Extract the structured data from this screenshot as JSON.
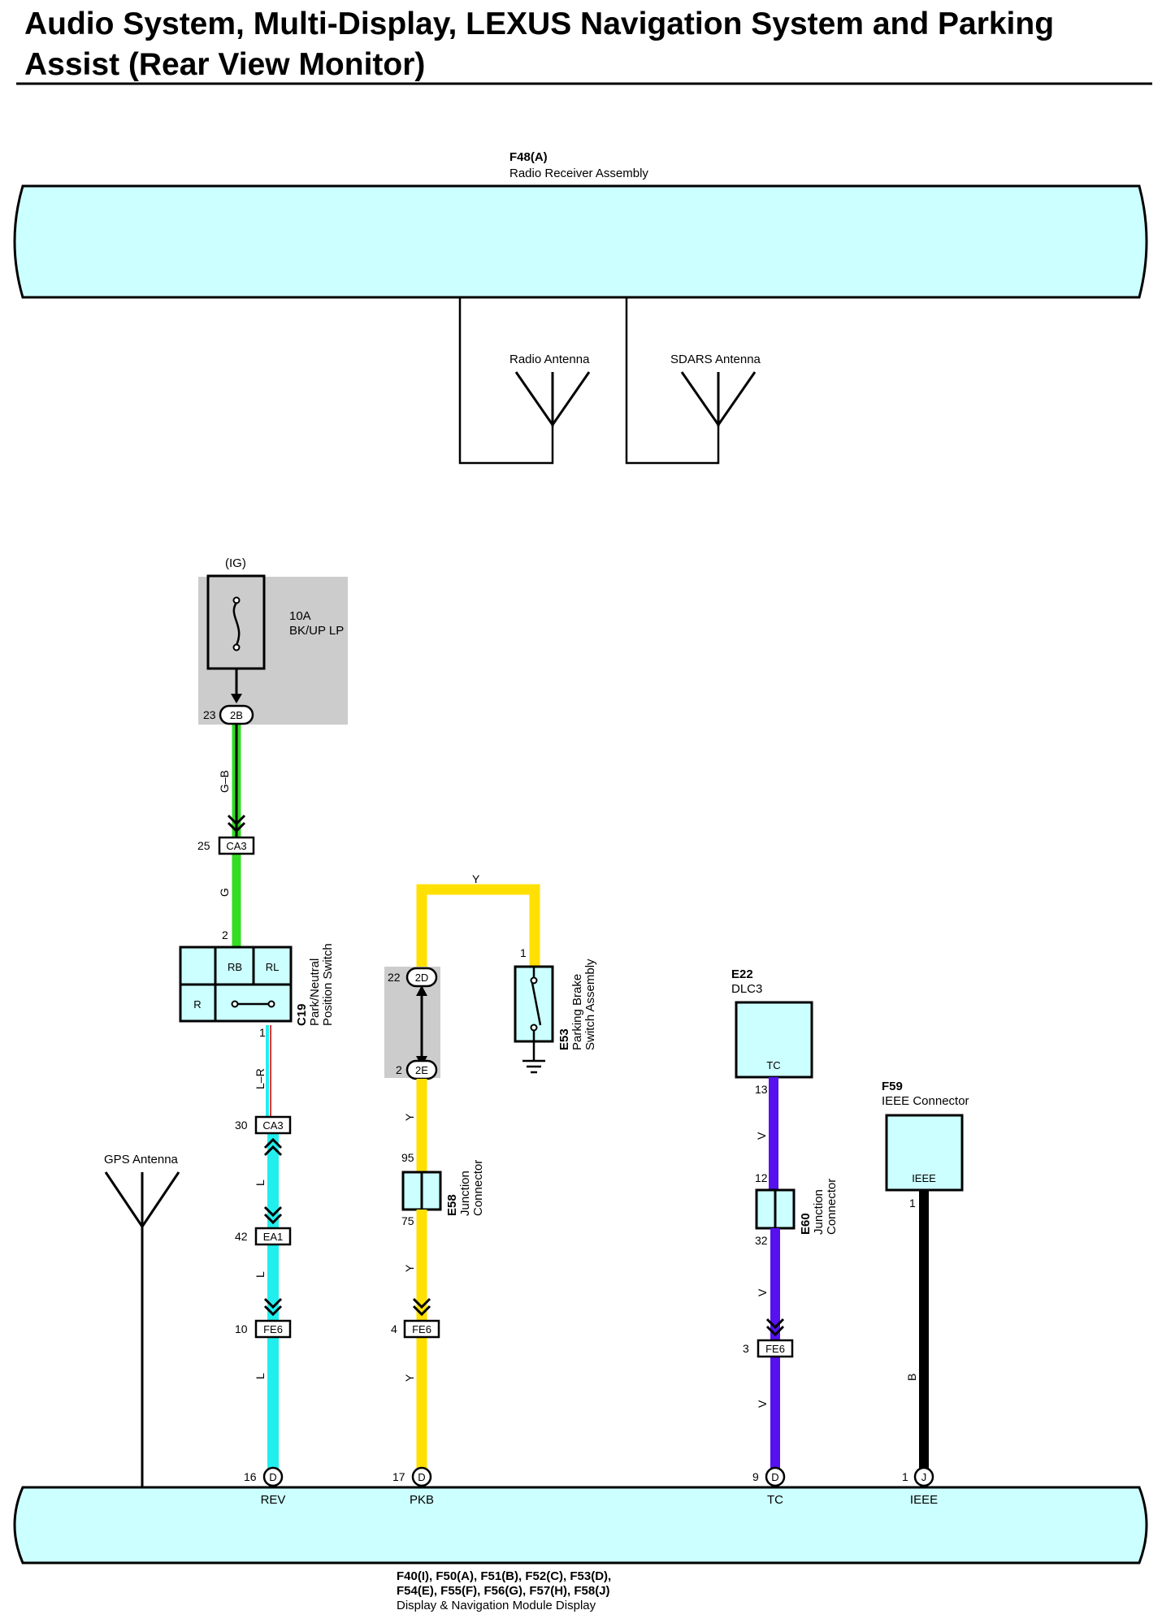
{
  "title": {
    "line1": "Audio System, Multi-Display, LEXUS Navigation System and Parking",
    "line2": "Assist (Rear View Monitor)"
  },
  "radio_receiver": {
    "code": "F48(A)",
    "name": "Radio Receiver Assembly"
  },
  "antennas": {
    "radio": "Radio Antenna",
    "sdars": "SDARS Antenna",
    "gps": "GPS Antenna"
  },
  "fuse": {
    "source": "(IG)",
    "rating": "10A",
    "name": "BK/UP LP",
    "pin": "23",
    "connector": "2B"
  },
  "wire_colors": {
    "green": "#33dd22",
    "cyan": "#22eeee",
    "yellow": "#ffe000",
    "violet": "#5511ee",
    "black": "#000000",
    "component_fill": "#ccffff",
    "shaded_box": "#cccccc",
    "red_stripe": "#ee3333"
  },
  "rev_circuit": {
    "wire_gb": "G–B",
    "ca3_top": {
      "pin": "25",
      "connector": "CA3"
    },
    "wire_g": "G",
    "switch": {
      "code": "C19",
      "name_line1": "Park/Neutral",
      "name_line2": "Position Switch",
      "pin_in": "2",
      "pin_out": "1",
      "cells": [
        "RB",
        "RL",
        "R"
      ]
    },
    "wire_lr": "L–R",
    "ca3_bottom": {
      "pin": "30",
      "connector": "CA3"
    },
    "wire_l1": "L",
    "ea1": {
      "pin": "42",
      "connector": "EA1"
    },
    "wire_l2": "L",
    "fe6": {
      "pin": "10",
      "connector": "FE6"
    },
    "wire_l3": "L",
    "terminal": {
      "pin": "16",
      "connector": "D",
      "signal": "REV"
    }
  },
  "pkb_circuit": {
    "wire_top": "Y",
    "j2d": {
      "pin": "22",
      "connector": "2D"
    },
    "j2e": {
      "pin": "2",
      "connector": "2E"
    },
    "brake_switch": {
      "code": "E53",
      "name_line1": "Parking Brake",
      "name_line2": "Switch Assembly",
      "pin": "1"
    },
    "wire_y1": "Y",
    "junction": {
      "code": "E58",
      "name_line1": "Junction",
      "name_line2": "Connector",
      "pin_in": "95",
      "pin_out": "75"
    },
    "wire_y2": "Y",
    "fe6": {
      "pin": "4",
      "connector": "FE6"
    },
    "wire_y3": "Y",
    "terminal": {
      "pin": "17",
      "connector": "D",
      "signal": "PKB"
    }
  },
  "tc_circuit": {
    "dlc": {
      "code": "E22",
      "name": "DLC3",
      "terminal": "TC",
      "pin": "13"
    },
    "wire_v1": "V",
    "junction": {
      "code": "E60",
      "name_line1": "Junction",
      "name_line2": "Connector",
      "pin_in": "12",
      "pin_out": "32"
    },
    "wire_v2": "V",
    "fe6": {
      "pin": "3",
      "connector": "FE6"
    },
    "wire_v3": "V",
    "terminal": {
      "pin": "9",
      "connector": "D",
      "signal": "TC"
    }
  },
  "ieee_circuit": {
    "connector": {
      "code": "F59",
      "name": "IEEE Connector",
      "terminal": "IEEE",
      "pin": "1"
    },
    "wire_b": "B",
    "terminal": {
      "pin": "1",
      "connector": "J",
      "signal": "IEEE"
    }
  },
  "display_module": {
    "codes_line1": "F40(I), F50(A), F51(B), F52(C), F53(D),",
    "codes_line2": "F54(E), F55(F), F56(G), F57(H), F58(J)",
    "name": "Display & Navigation Module Display"
  }
}
